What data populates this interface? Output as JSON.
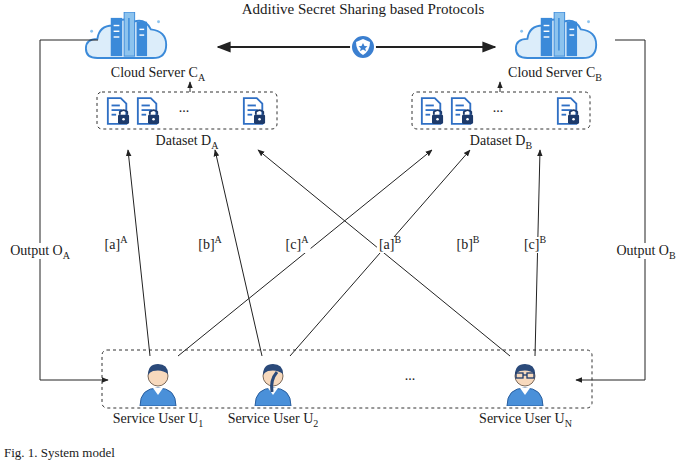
{
  "diagram": {
    "title": "Additive Secret Sharing based Protocols",
    "caption": "Fig. 1. System model",
    "nodes": [
      {
        "text": [
          "Cloud Server CA"
        ]
      },
      {
        "text": [
          "Cloud Server CB"
        ]
      },
      {
        "text": [
          "Dataset DA"
        ]
      },
      {
        "text": [
          "Dataset DB"
        ]
      },
      {
        "text": [
          "Service User U1"
        ]
      },
      {
        "text": [
          "Service User U2"
        ]
      },
      {
        "text": [
          "Service User UN"
        ]
      }
    ],
    "edges": [
      {
        "from": 0,
        "to": 1,
        "arrow": "both"
      },
      {
        "from": 2,
        "to": 0,
        "arrow": "to"
      },
      {
        "from": 3,
        "to": 1,
        "arrow": "to"
      },
      {
        "from": 4,
        "to": 2,
        "label": "[a]A",
        "arrow": "to"
      },
      {
        "from": 4,
        "to": 3,
        "label": "[a]B",
        "arrow": "to"
      },
      {
        "from": 5,
        "to": 2,
        "label": "[b]A",
        "arrow": "to"
      },
      {
        "from": 5,
        "to": 3,
        "label": "[b]B",
        "arrow": "to"
      },
      {
        "from": 6,
        "to": 2,
        "label": "[c]A",
        "arrow": "to"
      },
      {
        "from": 6,
        "to": 3,
        "label": "[c]B",
        "arrow": "to"
      },
      {
        "from": 0,
        "to": 4,
        "label": "Output OA",
        "arrow": "to"
      },
      {
        "from": 1,
        "to": 6,
        "label": "Output OB",
        "arrow": "to"
      }
    ],
    "labels": [
      "...",
      "...",
      "..."
    ]
  }
}
